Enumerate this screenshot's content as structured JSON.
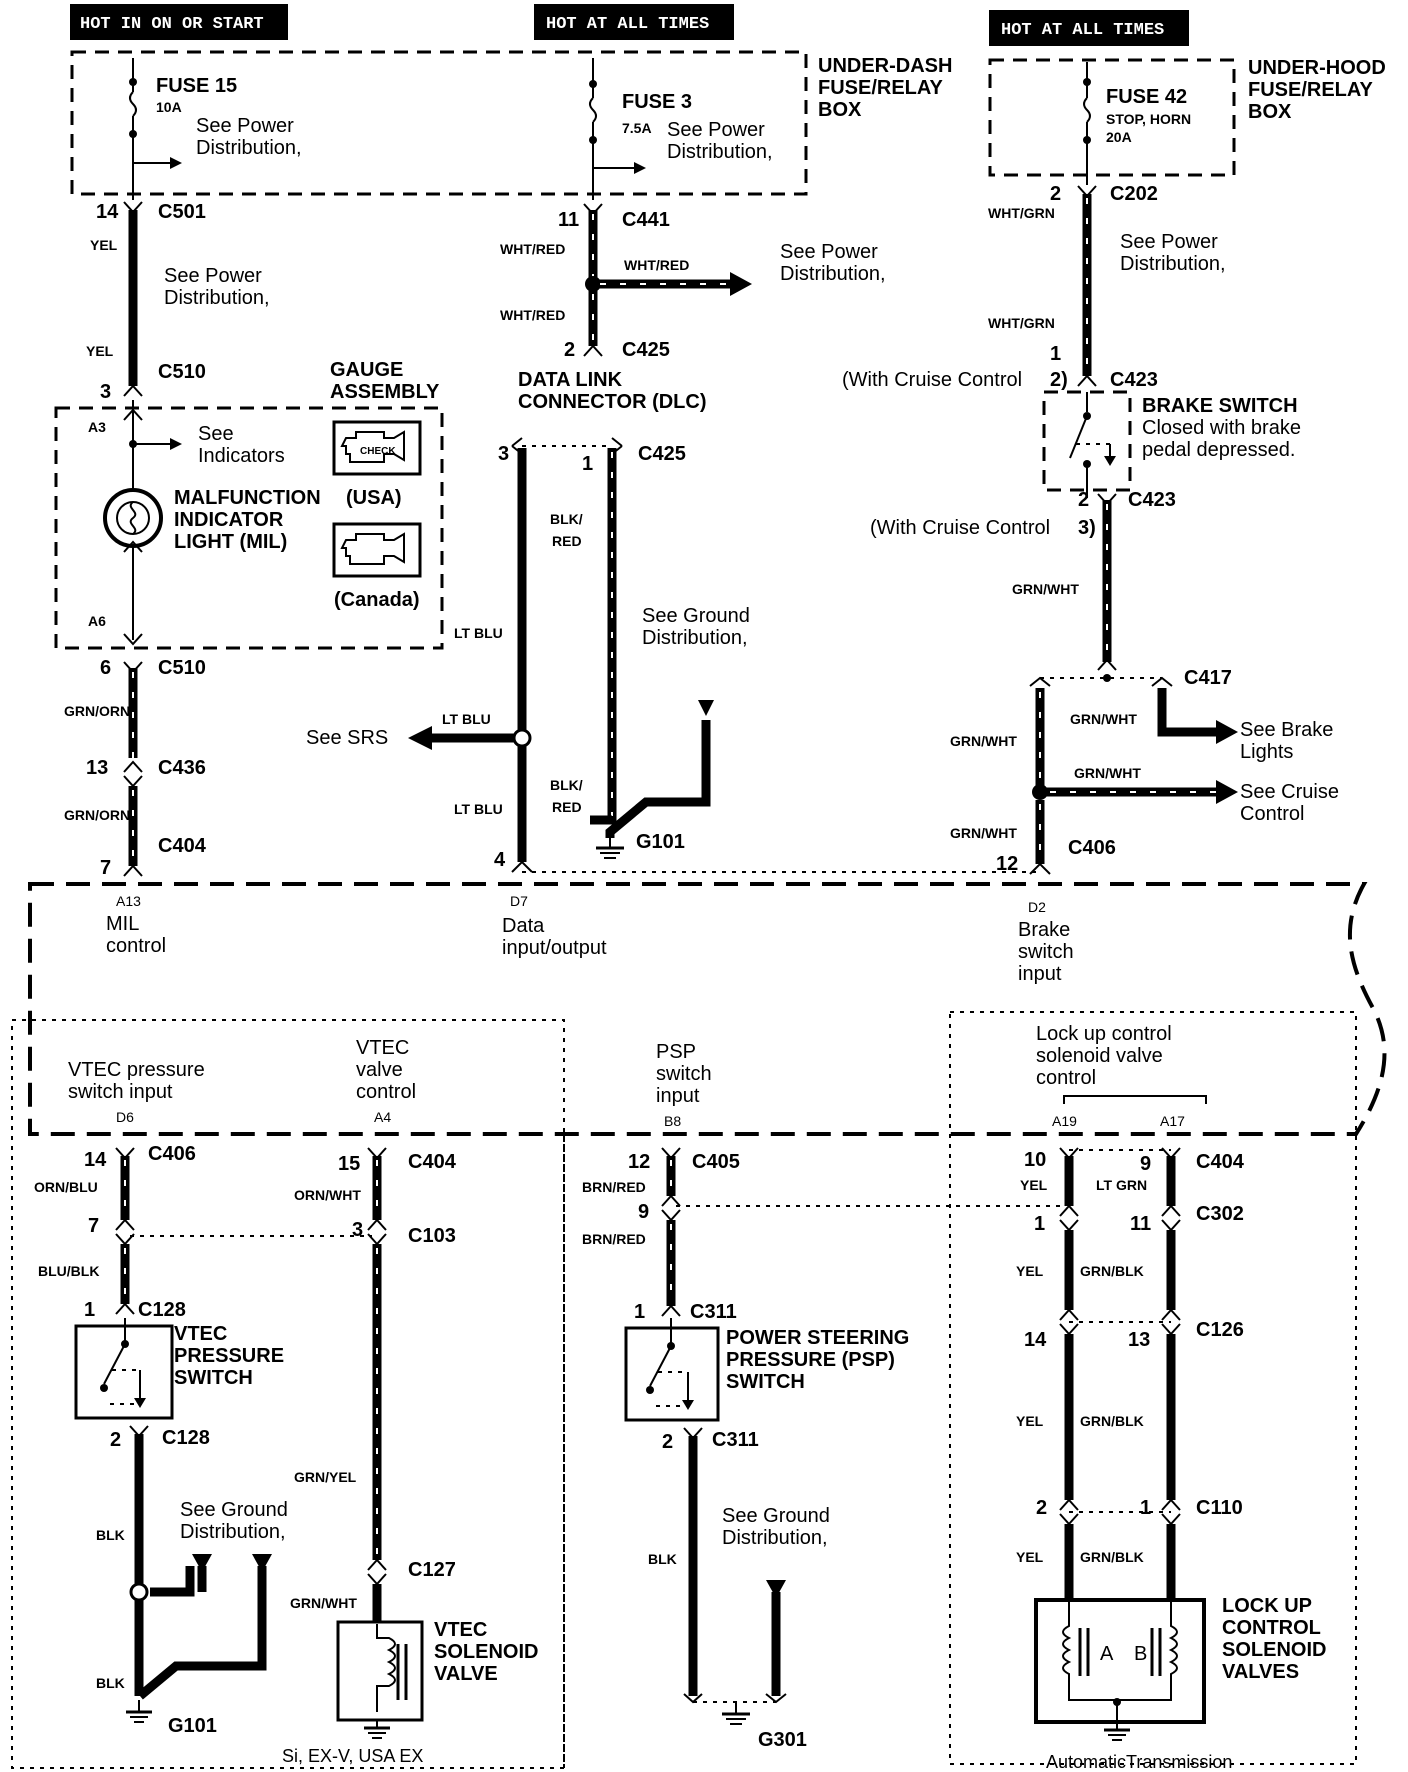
{
  "headers": {
    "h1": "HOT IN ON OR START",
    "h2": "HOT AT ALL TIMES",
    "h3": "HOT AT ALL TIMES"
  },
  "boxes": {
    "underdash": [
      "UNDER-DASH",
      "FUSE/RELAY",
      "BOX"
    ],
    "underhood": [
      "UNDER-HOOD",
      "FUSE/RELAY",
      "BOX"
    ],
    "gauge": [
      "GAUGE",
      "ASSEMBLY"
    ]
  },
  "fuses": {
    "f15": {
      "name": "FUSE 15",
      "rating": "10A",
      "note": [
        "See Power",
        "Distribution,"
      ]
    },
    "f3": {
      "name": "FUSE  3",
      "rating": "7.5A",
      "note": [
        "See Power",
        "Distribution,"
      ]
    },
    "f42": {
      "name": "FUSE 42",
      "sub": "STOP, HORN",
      "rating": "20A"
    }
  },
  "connectors": {
    "c501": "C501",
    "c510a": "C510",
    "c510b": "C510",
    "c436": "C436",
    "c404a": "C404",
    "c441": "C441",
    "c425a": "C425",
    "c425b": "C425",
    "c202": "C202",
    "c423a": "C423",
    "c423b": "C423",
    "c417": "C417",
    "c406a": "C406",
    "c406b": "C406",
    "c128a": "C128",
    "c128b": "C128",
    "c404b": "C404",
    "c103": "C103",
    "c127": "C127",
    "c405": "C405",
    "c311a": "C311",
    "c311b": "C311",
    "c404c": "C404",
    "c302": "C302",
    "c126": "C126",
    "c110": "C110"
  },
  "pins": {
    "p14": "14",
    "p3": "3",
    "p6": "6",
    "p13": "13",
    "p7": "7",
    "p11": "11",
    "p2": "2",
    "p3b": "3",
    "p1": "1",
    "p4": "4",
    "p2r": "2",
    "p1r": "1",
    "p2r2": "2",
    "p12": "12",
    "cr1": "2)",
    "cr2": "3)",
    "lp14": "14",
    "lp7": "7",
    "lp1": "1",
    "lp2": "2",
    "lp15": "15",
    "lp3": "3",
    "mp12": "12",
    "mp9": "9",
    "mp1": "1",
    "mp2": "2",
    "rp10": "10",
    "rp9": "9",
    "rp1": "1",
    "rp11": "11",
    "rp14": "14",
    "rp13": "13",
    "rp2": "2",
    "rp1b": "1"
  },
  "wires": {
    "yel1": "YEL",
    "yel2": "YEL",
    "grnorn1": "GRN/ORN",
    "grnorn2": "GRN/ORN",
    "whtred1": "WHT/RED",
    "whtred2": "WHT/RED",
    "whtred3": "WHT/RED",
    "ltblu1": "LT BLU",
    "ltblu2": "LT BLU",
    "ltblu3": "LT BLU",
    "blkred1": [
      "BLK/",
      "RED"
    ],
    "blkred2": [
      "BLK/",
      "RED"
    ],
    "whtgrn1": "WHT/GRN",
    "whtgrn2": "WHT/GRN",
    "grnwht1": "GRN/WHT",
    "grnwht2": "GRN/WHT",
    "grnwht3": "GRN/WHT",
    "grnwht4": "GRN/WHT",
    "grnwht5": "GRN/WHT",
    "ornblu": "ORN/BLU",
    "blublk": "BLU/BLK",
    "blk1": "BLK",
    "blk2": "BLK",
    "ornwht": "ORN/WHT",
    "grnyel": "GRN/YEL",
    "grnwht6": "GRN/WHT",
    "brnred1": "BRN/RED",
    "brnred2": "BRN/RED",
    "blk3": "BLK",
    "yel3": "YEL",
    "yel4": "YEL",
    "yel5": "YEL",
    "yel6": "YEL",
    "ltgrn": "LT GRN",
    "grnblk1": "GRN/BLK",
    "grnblk2": "GRN/BLK",
    "grnblk3": "GRN/BLK"
  },
  "notes": {
    "seepower1": [
      "See Power",
      "Distribution,"
    ],
    "seepower2": [
      "See Power",
      "Distribution,"
    ],
    "seepower3": [
      "See Power",
      "Distribution,"
    ],
    "seeind": [
      "See",
      "Indicators"
    ],
    "seesrs": "See SRS",
    "seeground1": [
      "See Ground",
      "Distribution,"
    ],
    "seeground2": [
      "See Ground",
      "Distribution,"
    ],
    "seeground3": [
      "See Ground",
      "Distribution,"
    ],
    "seebrake": [
      "See Brake",
      "Lights"
    ],
    "seecruise": [
      "See Cruise",
      "Control"
    ],
    "withcruise1": "(With Cruise Control",
    "withcruise2": "(With Cruise Control"
  },
  "components": {
    "mil": [
      "MALFUNCTION",
      "INDICATOR",
      "LIGHT (MIL)"
    ],
    "usa": "(USA)",
    "canada": "(Canada)",
    "check": "CHECK",
    "dlc": [
      "DATA LINK",
      "CONNECTOR (DLC)"
    ],
    "brake": "BRAKE SWITCH",
    "brakenote": [
      "Closed with brake",
      "pedal depressed."
    ],
    "vtecps": [
      "VTEC",
      "PRESSURE",
      "SWITCH"
    ],
    "vtecsol": [
      "VTEC",
      "SOLENOID",
      "VALVE"
    ],
    "psp": [
      "POWER STEERING",
      "PRESSURE (PSP)",
      "SWITCH"
    ],
    "lockup": [
      "LOCK UP",
      "CONTROL",
      "SOLENOID",
      "VALVES"
    ],
    "coilA": "A",
    "coilB": "B"
  },
  "ecm": {
    "a13": "A13",
    "mil": [
      "MIL",
      "control"
    ],
    "d7": "D7",
    "data": [
      "Data",
      "input/output"
    ],
    "d2": "D2",
    "brake": [
      "Brake",
      "switch",
      "input"
    ],
    "d6": "D6",
    "vtecps": [
      "VTEC pressure",
      "switch input"
    ],
    "a4": "A4",
    "vtecv": [
      "VTEC",
      "valve",
      "control"
    ],
    "b8": "B8",
    "psp": [
      "PSP",
      "switch",
      "input"
    ],
    "a19": "A19",
    "a17": "A17",
    "lockup": [
      "Lock up control",
      "solenoid valve",
      "control"
    ]
  },
  "grounds": {
    "g101a": "G101",
    "g101b": "G101",
    "g301": "G301"
  },
  "footers": {
    "left": "Si, EX-V, USA EX",
    "right": "AutomaticTransmission"
  },
  "a3": "A3",
  "a6": "A6"
}
